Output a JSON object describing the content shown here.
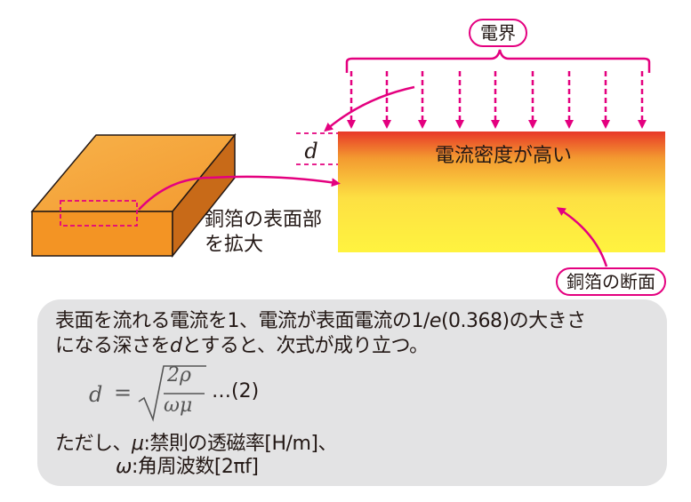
{
  "labels": {
    "electric_field": "電界",
    "thickness_symbol": "d",
    "high_density": "電流密度が高い",
    "enlarge_line1": "銅箔の表面部",
    "enlarge_line2": "を拡大",
    "cross_section": "銅箔の断面"
  },
  "note": {
    "line1": "表面を流れる電流を1、電流が表面電流の1/",
    "line1_e": "e",
    "line1_rest": "(0.368)の大きさ",
    "line2_a": "になる深さを",
    "line2_d": "d",
    "line2_b": "とすると、次式が成り立つ。",
    "formula_lhs": "d",
    "formula_eq": "=",
    "formula_num": "2ρ",
    "formula_den": "ωμ",
    "formula_ref": "…(2)",
    "line3_a": "ただし、",
    "line3_mu": "μ",
    "line3_b": ":禁則の透磁率[H/m]、",
    "line4_omega": "ω",
    "line4_b": ":角周波数[2πf]"
  },
  "colors": {
    "magenta": "#e4007f",
    "gradient_top": "#e83828",
    "gradient_bottom": "#fff33f",
    "block_top": "#f7a840",
    "block_front": "#f39424",
    "block_side": "#c86a18",
    "note_bg": "#e3e3e4"
  }
}
